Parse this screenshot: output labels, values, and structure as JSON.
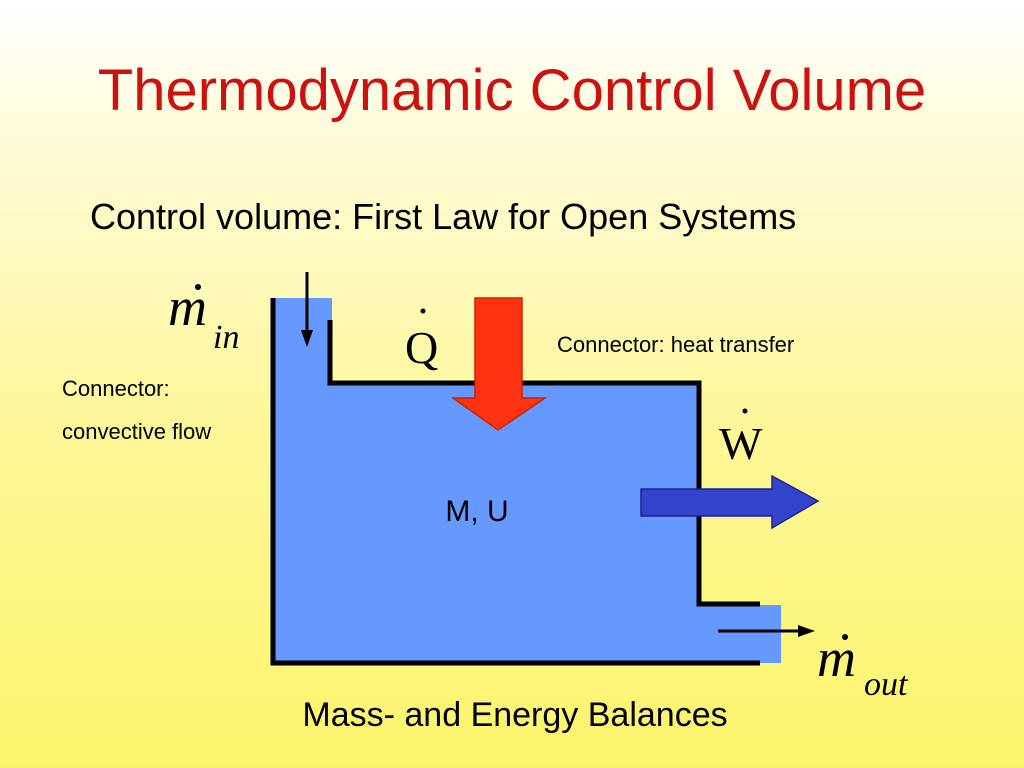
{
  "slide": {
    "title": "Thermodynamic Control Volume",
    "subtitle": "Control volume: First Law for Open Systems",
    "caption": "Mass- and Energy Balances"
  },
  "diagram": {
    "inflow": {
      "symbol": "m",
      "subscript": "in"
    },
    "outflow": {
      "symbol": "m",
      "subscript": "out"
    },
    "heat": {
      "symbol": "Q",
      "connector_label": "Connector: heat transfer"
    },
    "work": {
      "symbol": "W"
    },
    "convective_label": {
      "line1": "Connector:",
      "line2": "convective flow"
    },
    "state_label": "M, U",
    "colors": {
      "volume_fill": "#6699ff",
      "heat_arrow": "#ff3311",
      "work_arrow": "#3344cc",
      "title": "#cc1111"
    }
  }
}
